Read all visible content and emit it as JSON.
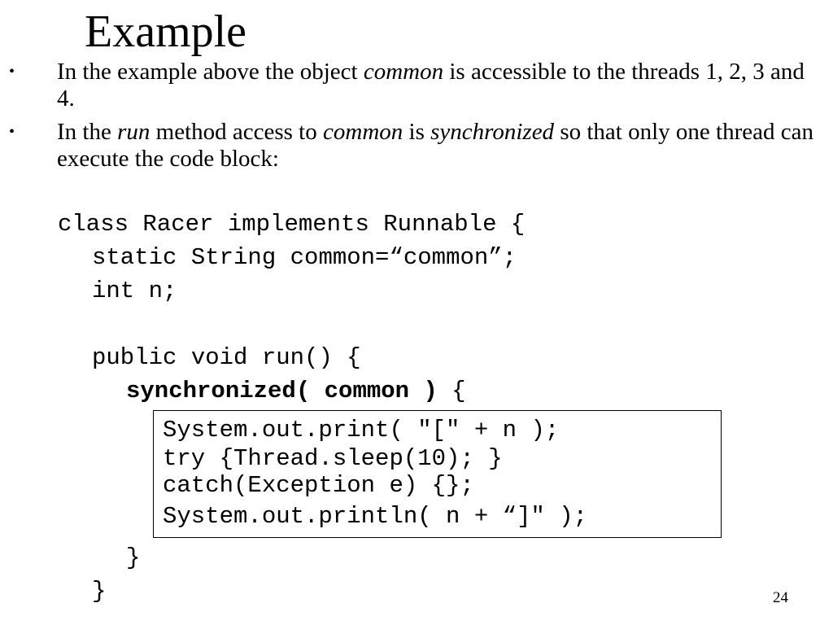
{
  "slide": {
    "title": "Example",
    "page_number": "24"
  },
  "bullets": [
    {
      "marker": "•",
      "parts": {
        "a": "In the example above the object ",
        "b": "common",
        "c": " is accessible to the threads 1, 2, 3 and 4."
      }
    },
    {
      "marker": "•",
      "parts": {
        "a": "In the ",
        "b": "run",
        "c": " method access to ",
        "d": "common",
        "e": " is ",
        "f": "synchronized",
        "g": " so that only one thread can execute the code block:"
      }
    }
  ],
  "code": {
    "line1": "class Racer implements Runnable {",
    "line2": "static String common=“common”;",
    "line3": "int n;",
    "line4": "public void run() {",
    "line5_bold": "synchronized( common )",
    "line5_rest": " {",
    "box": [
      "System.out.print( \"[\" + n );",
      "try {Thread.sleep(10); }",
      "catch(Exception e) {};",
      "System.out.println( n + “]\" );"
    ],
    "line6": "}",
    "line7": "}"
  }
}
